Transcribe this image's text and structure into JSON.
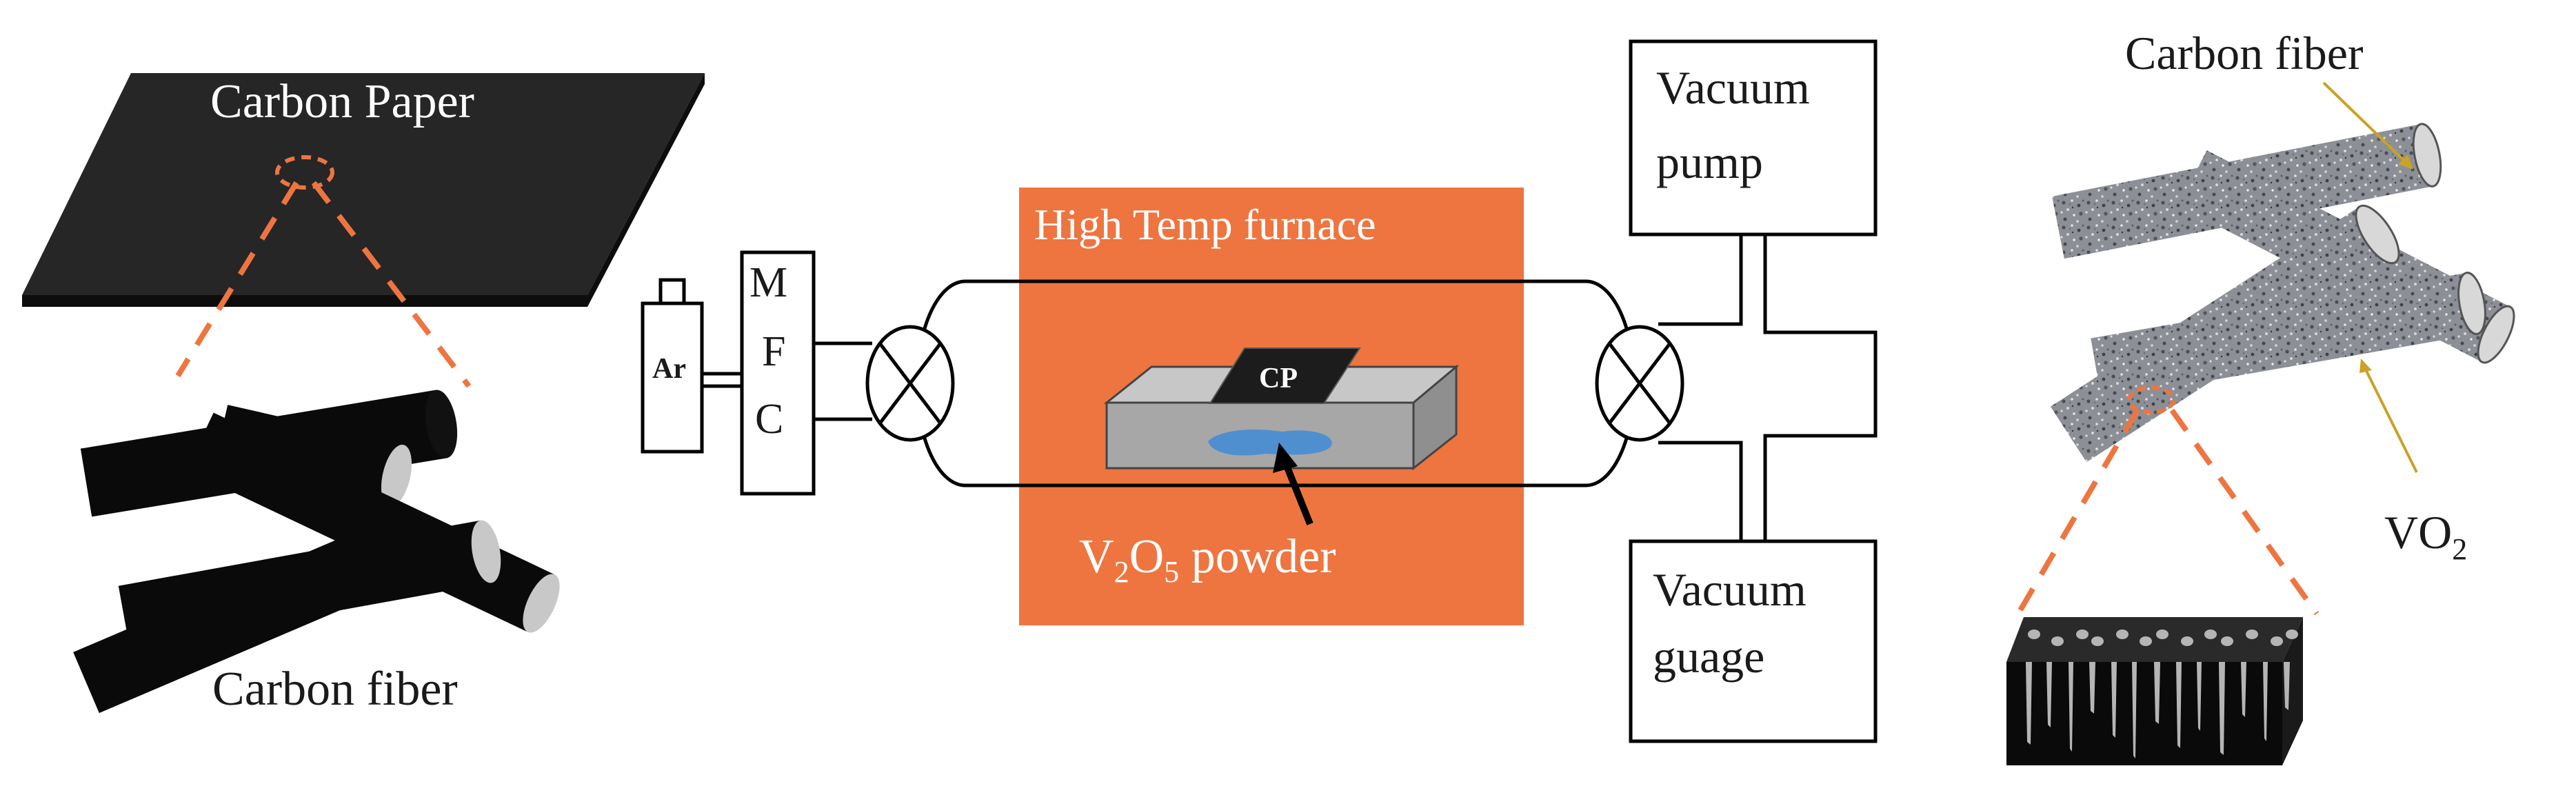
{
  "labels": {
    "carbon_paper": "Carbon Paper",
    "carbon_fiber_left": "Carbon fiber",
    "argon": "Ar",
    "mfc_m": "M",
    "mfc_f": "F",
    "mfc_c": "C",
    "furnace_title": "High Temp furnace",
    "cp_sample": "CP",
    "powder_v": "V",
    "powder_sub1": "2",
    "powder_o": "O",
    "powder_sub2": "5",
    "powder_suffix": " powder",
    "pump_line1": "Vacuum",
    "pump_line2": "pump",
    "gauge_line1": "Vacuum",
    "gauge_line2": "guage",
    "carbon_fiber_right": "Carbon fiber",
    "vo2_main": "VO",
    "vo2_sub": "2"
  },
  "colors": {
    "furnace": "#ee7540",
    "dashed_guide": "#ee7540",
    "annotation_arrow": "#c9a227",
    "carbon_paper": "#262626",
    "fiber_dark": "#0a0a0a",
    "fiber_coated": "#8c9096",
    "boat": "#a7a7a7",
    "powder": "#4f8fd0",
    "nanorods": "#b5b5b5"
  }
}
